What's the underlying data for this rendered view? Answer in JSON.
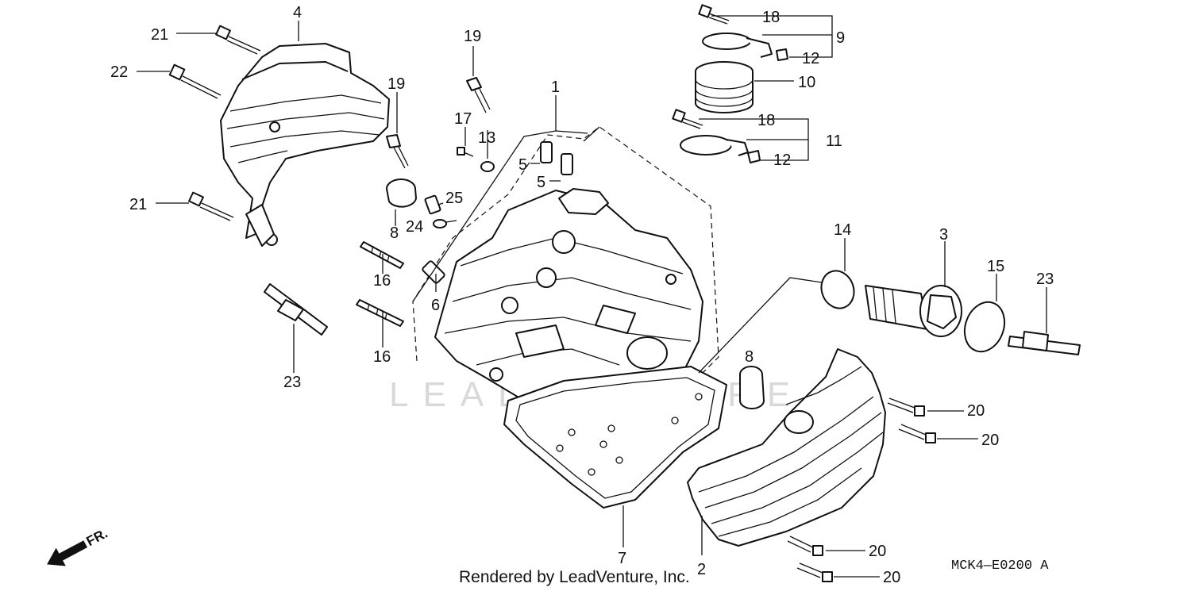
{
  "diagram": {
    "callouts": [
      "1",
      "2",
      "3",
      "4",
      "5",
      "5",
      "6",
      "7",
      "8",
      "8",
      "9",
      "10",
      "11",
      "12",
      "12",
      "13",
      "14",
      "15",
      "16",
      "16",
      "17",
      "18",
      "18",
      "19",
      "19",
      "20",
      "20",
      "20",
      "20",
      "21",
      "21",
      "22",
      "23",
      "23",
      "24",
      "25"
    ],
    "front_marker": "FR.",
    "watermark": "LEADVENTURE",
    "credit": "Rendered by LeadVenture, Inc.",
    "diagram_code": "MCK4—E0200 A"
  }
}
